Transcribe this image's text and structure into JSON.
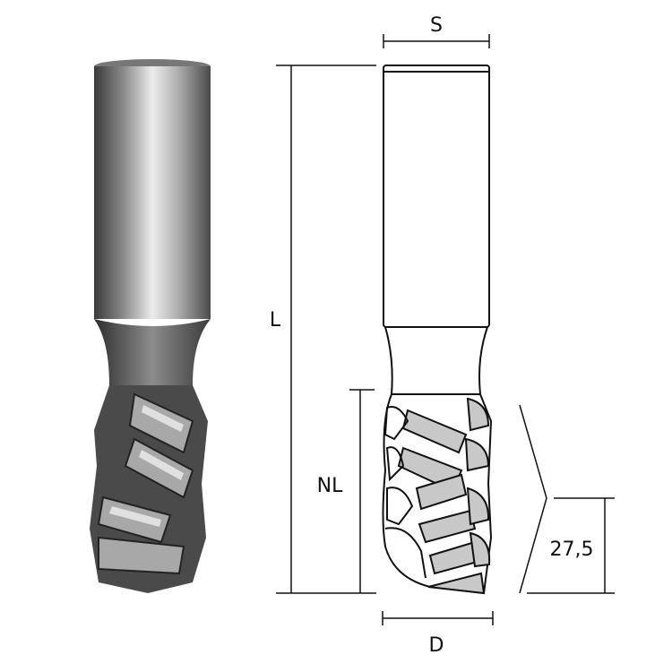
{
  "dimensions": {
    "shank_diameter": "S",
    "overall_length": "L",
    "cutting_length": "NL",
    "cutting_diameter": "D",
    "chip_length": "27,5"
  },
  "colors": {
    "line": "#111111",
    "flute_fill": "#c8c8c8",
    "metal_dark": "#3a3a3a",
    "metal_light": "#e8e8e8"
  }
}
